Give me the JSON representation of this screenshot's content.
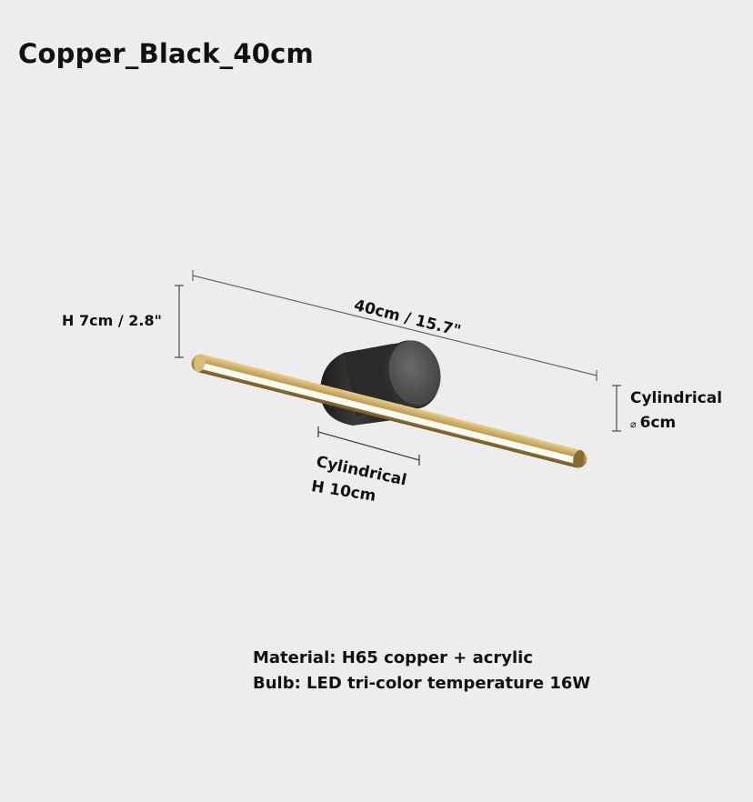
{
  "product": {
    "title": "Copper_Black_40cm"
  },
  "dimensions": {
    "height_label": "H 7cm / 2.8\"",
    "length_label": "40cm / 15.7\"",
    "side_shape": "Cylindrical",
    "side_size": "6cm",
    "side_symbol": "⌀",
    "base_shape": "Cylindrical",
    "base_size": "H 10cm"
  },
  "specs": {
    "material": "Material: H65 copper + acrylic",
    "bulb": "Bulb: LED tri-color temperature 16W"
  },
  "colors": {
    "background": "#ededed",
    "brass": "#b8964a",
    "black": "#2b2b2b",
    "diffuser": "#fafaf5",
    "dim_line": "#666666"
  }
}
